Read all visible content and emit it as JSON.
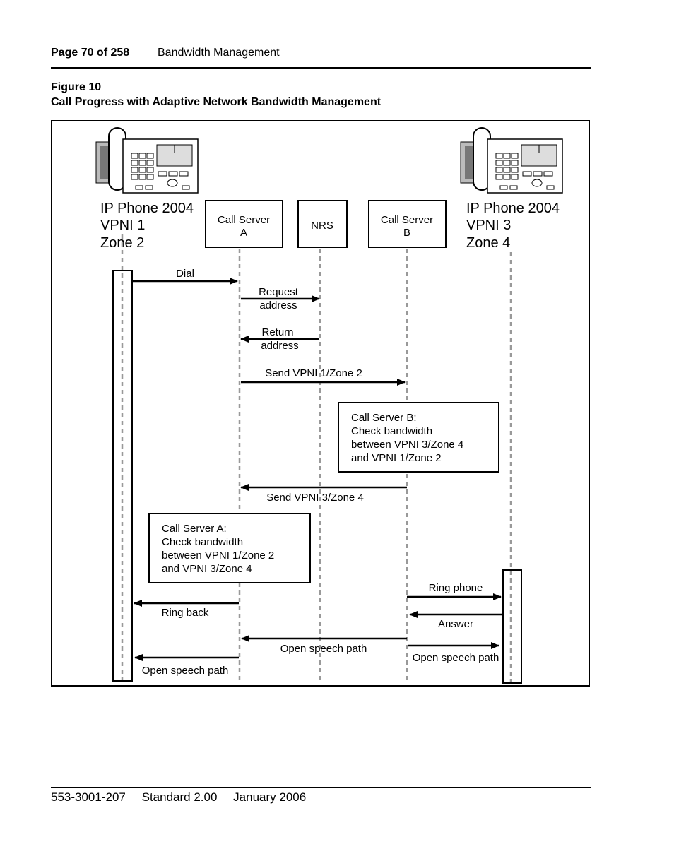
{
  "header": {
    "page": "Page 70 of 258",
    "section": "Bandwidth Management"
  },
  "figure": {
    "number": "Figure 10",
    "title": "Call Progress with Adaptive Network Bandwidth Management"
  },
  "diagram": {
    "phone_left": {
      "line1": "IP Phone 2004",
      "line2": "VPNI 1",
      "line3": "Zone 2"
    },
    "phone_right": {
      "line1": "IP Phone 2004",
      "line2": "VPNI 3",
      "line3": "Zone 4"
    },
    "call_server_a": {
      "line1": "Call Server",
      "line2": "A"
    },
    "nrs": "NRS",
    "call_server_b": {
      "line1": "Call Server",
      "line2": "B"
    },
    "messages": {
      "dial": "Dial",
      "request_1": "Request",
      "request_2": "address",
      "return_1": "Return",
      "return_2": "address",
      "send_vpni1": "Send VPNI 1/Zone 2",
      "send_vpni3": "Send VPNI 3/Zone 4",
      "ring_phone": "Ring phone",
      "ring_back": "Ring back",
      "answer": "Answer",
      "open_speech_center": "Open speech path",
      "open_speech_right": "Open speech path",
      "open_speech_left": "Open speech path"
    },
    "note_b": {
      "line1": "Call Server B:",
      "line2": "Check bandwidth",
      "line3": "between VPNI 3/Zone 4",
      "line4": "and VPNI 1/Zone 2"
    },
    "note_a": {
      "line1": "Call Server A:",
      "line2": "Check bandwidth",
      "line3": "between VPNI 1/Zone 2",
      "line4": "and VPNI 3/Zone 4"
    }
  },
  "footer": {
    "doc_number": "553-3001-207",
    "standard": "Standard 2.00",
    "date": "January 2006"
  }
}
